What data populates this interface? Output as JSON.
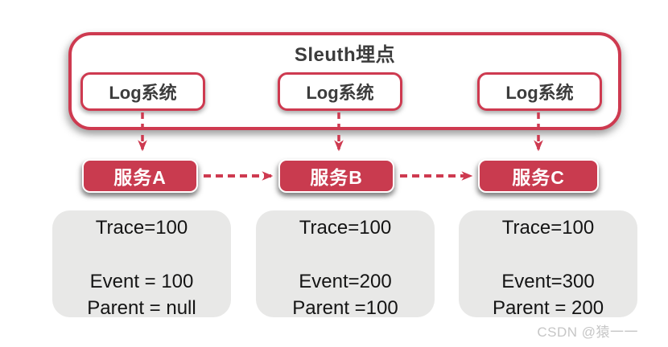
{
  "colors": {
    "accent_red": "#C93B4F",
    "border_red": "#CE3A50",
    "card_gray": "#E8E8E7",
    "title_gray": "#3C3C3C",
    "watermark_gray": "#C6C6C6"
  },
  "sleuth": {
    "title": "Sleuth埋点",
    "log_nodes": [
      {
        "label": "Log系统"
      },
      {
        "label": "Log系统"
      },
      {
        "label": "Log系统"
      }
    ]
  },
  "services": [
    {
      "label": "服务A"
    },
    {
      "label": "服务B"
    },
    {
      "label": "服务C"
    }
  ],
  "trace_cards": [
    {
      "trace": "Trace=100",
      "event": "Event = 100",
      "parent": "Parent = null"
    },
    {
      "trace": "Trace=100",
      "event": "Event=200",
      "parent": "Parent =100"
    },
    {
      "trace": "Trace=100",
      "event": "Event=300",
      "parent": "Parent = 200"
    }
  ],
  "watermark": "CSDN @猿一一"
}
